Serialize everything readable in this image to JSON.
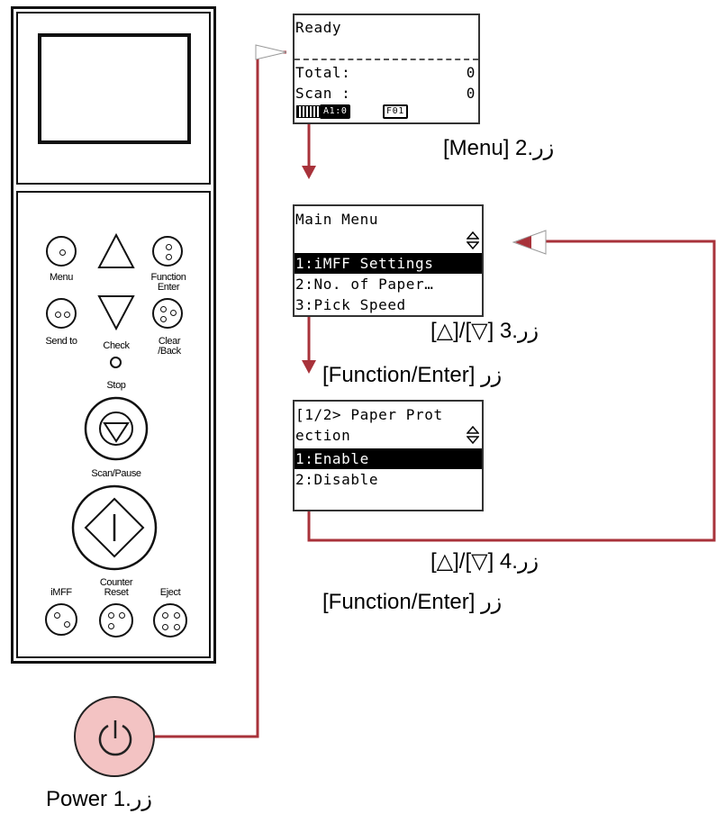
{
  "panel": {
    "buttons": {
      "menu": "Menu",
      "function_enter": "Function\nEnter",
      "send_to": "Send to",
      "check": "Check",
      "clear_back": "Clear\n/Back",
      "stop": "Stop",
      "scan_pause": "Scan/Pause",
      "imff": "iMFF",
      "counter_reset": "Counter\nReset",
      "eject": "Eject"
    }
  },
  "screens": {
    "ready": {
      "title": "Ready",
      "total_label": "Total:",
      "total_value": "0",
      "scan_label": "Scan :",
      "scan_value": "0",
      "tag1": "A1:0",
      "tag2": "F01"
    },
    "main_menu": {
      "title": "Main Menu",
      "items": [
        "1:iMFF Settings",
        "2:No. of Paper…",
        "3:Pick Speed"
      ]
    },
    "paper_protection": {
      "title_line1": "[1/2> Paper Prot",
      "title_line2": "ection",
      "items": [
        "1:Enable",
        "2:Disable"
      ]
    }
  },
  "steps": {
    "step1": "Power زر.1",
    "step2": "[Menu] زر.2",
    "step3_line1": "[△]/[▽] زر.3",
    "step3_line2": "[Function/Enter] زر",
    "step4_line1": "[△]/[▽] زر.4",
    "step4_line2": "[Function/Enter] زر"
  },
  "colors": {
    "arrow": "#a8323a",
    "power_fill": "#f3c3c3"
  }
}
